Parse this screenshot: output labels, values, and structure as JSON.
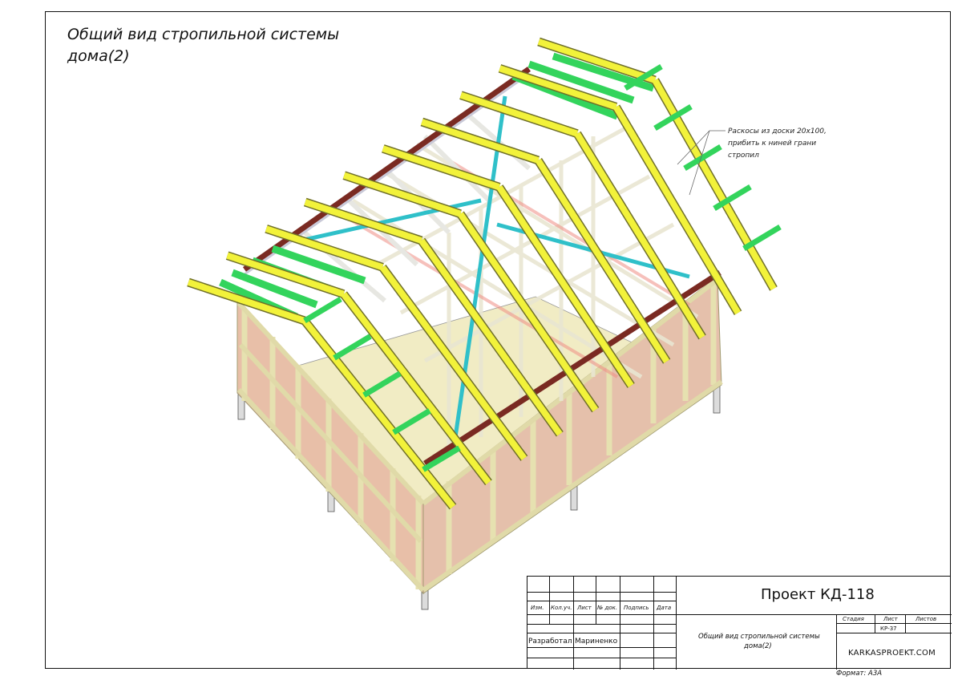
{
  "title_line1": "Общий вид стропильной системы",
  "title_line2": "дома(2)",
  "note": {
    "line1": "Раскосы из доски 20х100,",
    "line2": "прибить к ниней грани",
    "line3": "стропил"
  },
  "stamp": {
    "project": "Проект КД-118",
    "headers": [
      "Изм.",
      "Кол.уч.",
      "Лист",
      "№ док.",
      "Подпись",
      "Дата"
    ],
    "developed_label": "Разработал",
    "developed_name": "Мариненко",
    "sheet_title_1": "Общий вид стропильной системы",
    "sheet_title_2": "дома(2)",
    "stage_label": "Стадия",
    "sheet_label": "Лист",
    "sheets_label": "Листов",
    "sheet_value": "КР-37",
    "company": "KARKASPROEKT.COM"
  },
  "format": "Формат: А3А",
  "colors": {
    "rafter": "#f2f23a",
    "batten": "#33d45c",
    "brace": "#2fc0c9",
    "ridge": "#7a2a22",
    "wall_frame": "#f3efc8",
    "wall_panel": "#e8bfa8"
  }
}
